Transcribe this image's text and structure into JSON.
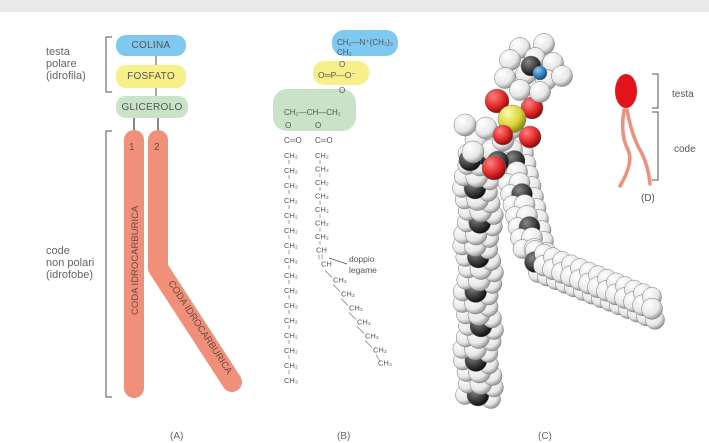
{
  "panel_a": {
    "head_label": [
      "testa",
      "polare",
      "(idrofila)"
    ],
    "tail_label": [
      "code",
      "non polari",
      "(idrofobe)"
    ],
    "colina": "COLINA",
    "fosfato": "FOSFATO",
    "glicerolo": "GLICEROLO",
    "chain_1_number": "1",
    "chain_2_number": "2",
    "tail_1_text": "CODA IDROCARBURICA",
    "tail_2_text": "CODA IDROCARBURICA",
    "caption": "(A)"
  },
  "panel_b": {
    "choline_group": "CH₂—N⁺(CH₃)₃",
    "ch2": "CH₂",
    "o": "O",
    "phosphate": "O═P—O⁻",
    "glycerol": "CH₂—CH—CH₂",
    "ester": "C═O",
    "ch": "CH",
    "ch3": "CH₃",
    "double_bond_label": [
      "doppio",
      "legame"
    ],
    "caption": "(B)"
  },
  "panel_c": {
    "caption": "(C)"
  },
  "panel_d": {
    "head_label": "testa",
    "tail_label": "code",
    "caption": "(D)"
  },
  "colors": {
    "colina": "#7fc8ef",
    "fosfato": "#f7f08a",
    "glicerolo": "#c8e3c8",
    "tail": "#f0907a",
    "oxygen": "#e02525",
    "phosphorus": "#d9d436",
    "nitrogen": "#2b7fc0",
    "carbon": "#3a3a3a"
  }
}
